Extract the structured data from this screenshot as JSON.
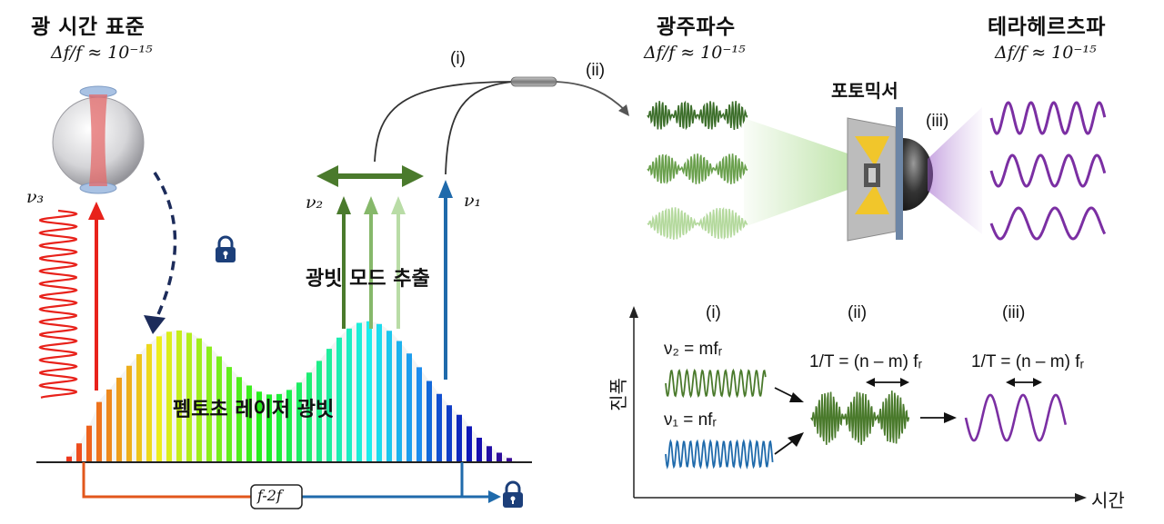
{
  "sections": {
    "optical_clock": {
      "title": "광 시간 표준",
      "stability": "Δf/f ≈ 10⁻¹⁵"
    },
    "optical_freq": {
      "title": "광주파수",
      "stability": "Δf/f ≈ 10⁻¹⁵"
    },
    "terahertz": {
      "title": "테라헤르츠파",
      "stability": "Δf/f ≈ 10⁻¹⁵"
    }
  },
  "labels": {
    "photomixer": "포토믹서",
    "mode_extraction": "광빗 모드 추출",
    "femtosecond_comb": "펨토초 레이저 광빗",
    "f2f": "f-2f",
    "path_i": "(i)",
    "path_ii": "(ii)",
    "path_iii": "(iii)",
    "nu3": "ν₃",
    "nu2": "ν₂",
    "nu1": "ν₁"
  },
  "inset": {
    "col_i": "(i)",
    "col_ii": "(ii)",
    "col_iii": "(iii)",
    "eq_nu2": "ν₂ = mfᵣ",
    "eq_nu1": "ν₁ = nfᵣ",
    "eq_period_ii": "1/T = (n – m) fᵣ",
    "eq_period_iii": "1/T = (n – m) fᵣ",
    "y_axis": "진폭",
    "x_axis": "시간"
  },
  "colors": {
    "red": "#e8221b",
    "green": "#4a7a2c",
    "green_light": "#a3c98a",
    "blue": "#1f6aab",
    "purple": "#7b2fa3",
    "navy": "#1c2b5a",
    "orange": "#e2571c"
  }
}
